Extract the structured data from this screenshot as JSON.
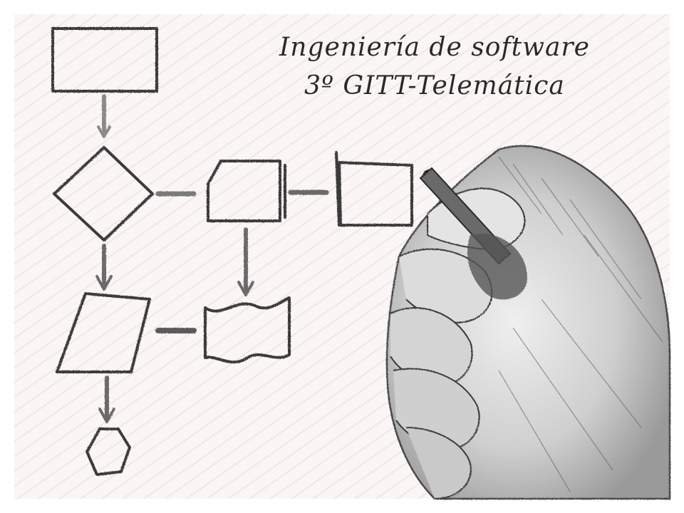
{
  "title": {
    "line1": "Ingeniería de software",
    "line2": "3º GITT-Telemática"
  },
  "colors": {
    "paper": "#fbf6f6",
    "ink": "#2a2a2a",
    "pencil": "#3a3a3a",
    "hatch": "#d7b9be"
  },
  "diagram": {
    "shapes": [
      "process-box",
      "decision-diamond",
      "document-box",
      "display-box",
      "input-output-parallelogram",
      "punched-tape",
      "terminal-circle"
    ],
    "illustration": "hand-holding-pencil"
  }
}
